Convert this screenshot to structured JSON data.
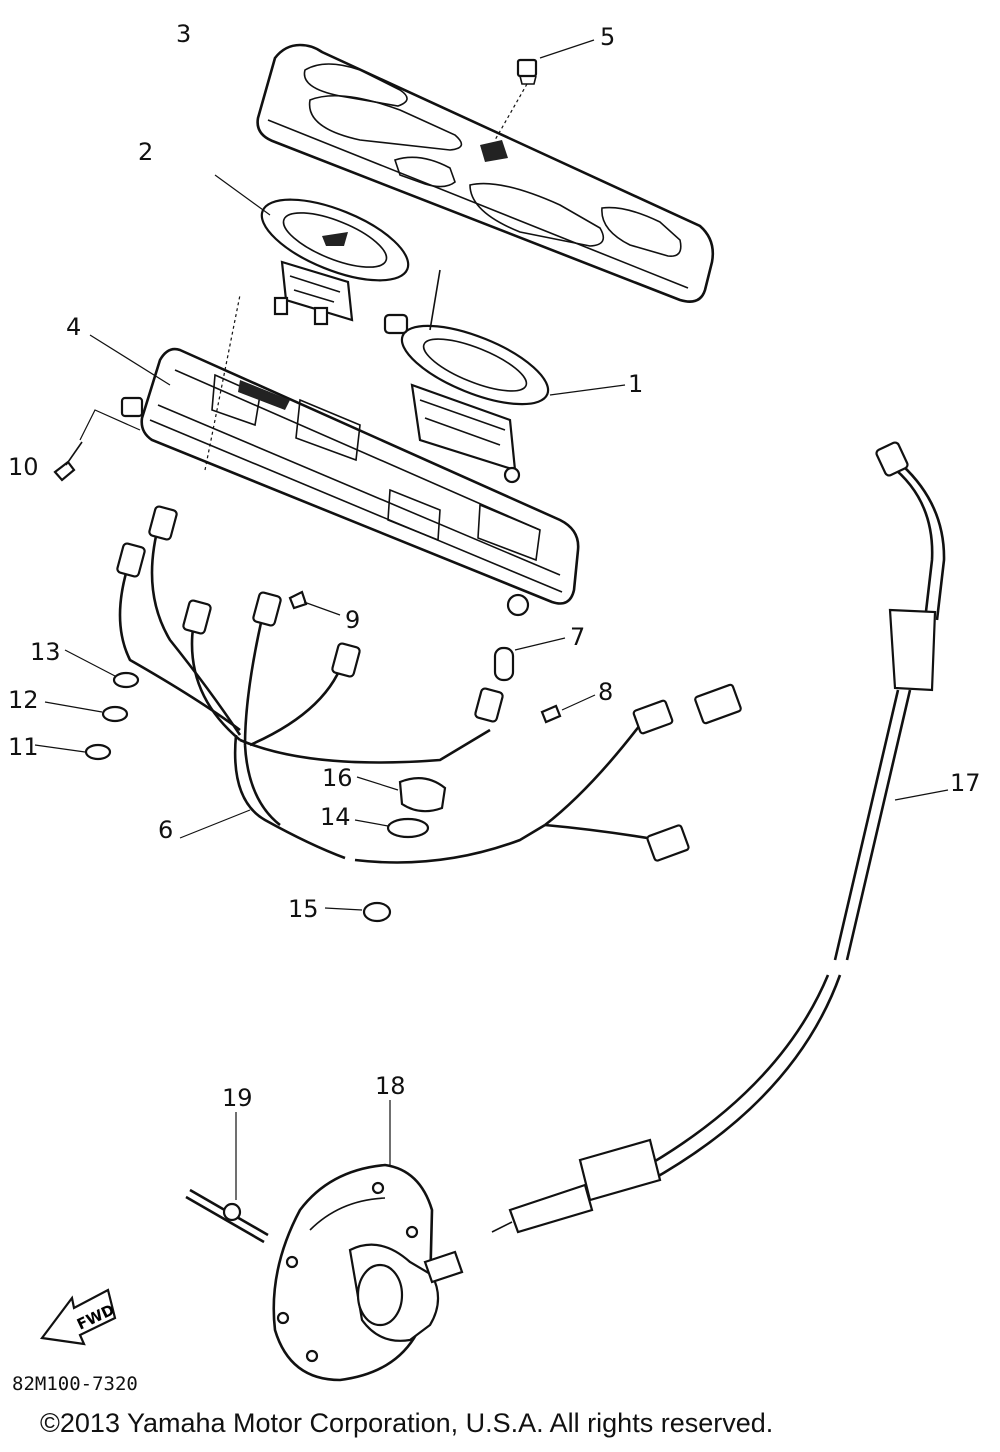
{
  "diagram": {
    "drawing_code": "82M100-7320",
    "copyright": "©2013 Yamaha Motor Corporation, U.S.A. All rights reserved.",
    "fwd_badge": "FWD",
    "callouts": {
      "p1": "1",
      "p2": "2",
      "p3": "3",
      "p4": "4",
      "p5": "5",
      "p6": "6",
      "p7": "7",
      "p8": "8",
      "p9": "9",
      "p10": "10",
      "p11": "11",
      "p12": "12",
      "p13": "13",
      "p14": "14",
      "p15": "15",
      "p16": "16",
      "p17": "17",
      "p18": "18",
      "p19": "19"
    }
  }
}
